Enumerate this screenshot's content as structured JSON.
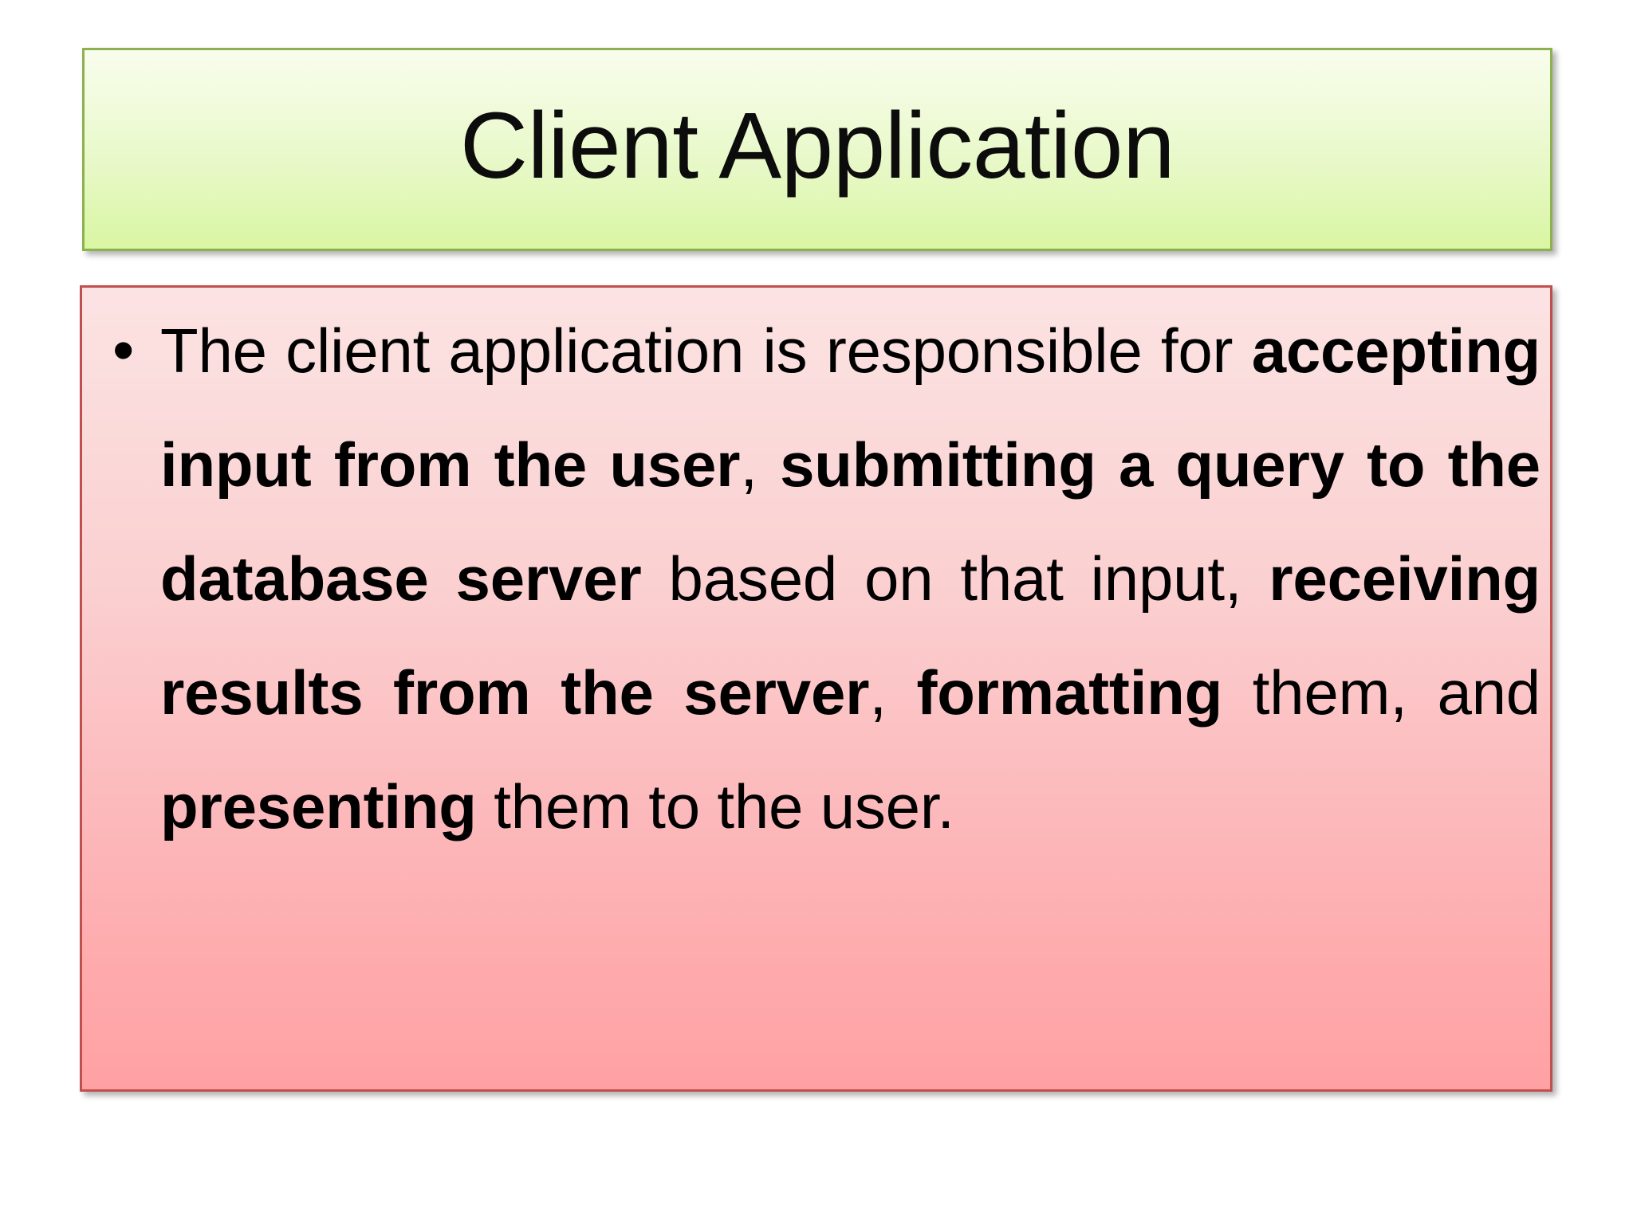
{
  "slide": {
    "background_color": "#ffffff",
    "title": {
      "text": "Client Application",
      "border_color": "#8DB14E",
      "gradient_top": "#F8FDEC",
      "gradient_bottom": "#D9F6A2",
      "text_color": "#0c0c0c"
    },
    "content": {
      "border_color": "#C0504D",
      "gradient_top": "#FCE3E3",
      "gradient_bottom": "#FFA1A4",
      "bullet_glyph": "•",
      "paragraph": {
        "full_text": "The client application is responsible for accepting input from the user, submitting a query to the database server based on that input, receiving results from the server, formatting them, and presenting them to the user.",
        "runs": [
          {
            "text": "The client application is responsible for ",
            "bold": false
          },
          {
            "text": "accepting input from the user",
            "bold": true
          },
          {
            "text": ", ",
            "bold": false
          },
          {
            "text": "submitting a query to the database server",
            "bold": true
          },
          {
            "text": " based on that input, ",
            "bold": false
          },
          {
            "text": "receiving results from the server",
            "bold": true
          },
          {
            "text": ", ",
            "bold": false
          },
          {
            "text": "formatting",
            "bold": true
          },
          {
            "text": " them, and ",
            "bold": false
          },
          {
            "text": "presenting",
            "bold": true
          },
          {
            "text": " them to the user.",
            "bold": false
          }
        ]
      }
    }
  }
}
